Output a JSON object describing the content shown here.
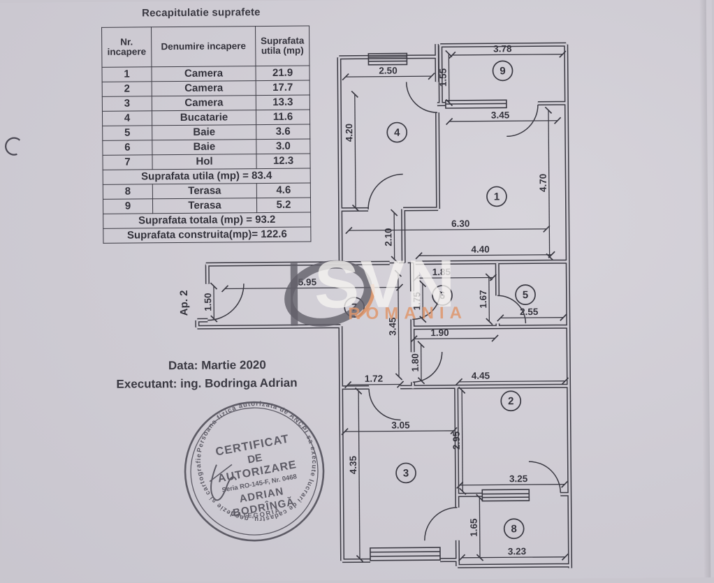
{
  "page": {
    "title": "Recapitulatie suprafete",
    "table": {
      "col_nr": "Nr. incapere",
      "col_den": "Denumire incapere",
      "col_mp": "Suprafata utila (mp)",
      "rows": [
        {
          "nr": "1",
          "den": "Camera",
          "mp": "21.9"
        },
        {
          "nr": "2",
          "den": "Camera",
          "mp": "17.7"
        },
        {
          "nr": "3",
          "den": "Camera",
          "mp": "13.3"
        },
        {
          "nr": "4",
          "den": "Bucatarie",
          "mp": "11.6"
        },
        {
          "nr": "5",
          "den": "Baie",
          "mp": "3.6"
        },
        {
          "nr": "6",
          "den": "Baie",
          "mp": "3.0"
        },
        {
          "nr": "7",
          "den": "Hol",
          "mp": "12.3"
        }
      ],
      "row_utila": "Suprafata utila (mp) = 83.4",
      "rows2": [
        {
          "nr": "8",
          "den": "Terasa",
          "mp": "4.6"
        },
        {
          "nr": "9",
          "den": "Terasa",
          "mp": "5.2"
        }
      ],
      "row_totala": "Suprafata totala (mp) = 93.2",
      "row_construita": "Suprafata construita(mp)= 122.6"
    },
    "notes": {
      "data_line": "Data: Martie 2020",
      "executant_line": "Executant: ing. Bodringa  Adrian"
    },
    "ap_label": "Ap. 2",
    "watermark": {
      "brand": "SVN",
      "country": "ROMANIA"
    },
    "stamp": {
      "l1": "CERTIFICAT",
      "l2": "DE",
      "l3": "AUTORIZARE",
      "serial": "Seria RO-145-F, Nr. 0468",
      "n1": "ADRIAN",
      "n2": "BODRÎNGĂ",
      "category": "CATEGORIA B",
      "rim": "Persoana fizica autorizata de ANCPI sa execute lucrari de cadastru, geodezie si cartografie"
    },
    "plan": {
      "rooms": {
        "r1": "1",
        "r2": "2",
        "r3": "3",
        "r4": "4",
        "r5": "5",
        "r6": "6",
        "r7": "7",
        "r8": "8",
        "r9": "9"
      },
      "dims": {
        "d250": "2.50",
        "d420": "4.20",
        "d155": "1.55",
        "d378": "3.78",
        "d345t": "3.45",
        "d470": "4.70",
        "d630": "6.30",
        "d210": "2.10",
        "d440": "4.40",
        "d595": "5.95",
        "d150": "1.50",
        "d185": "1.85",
        "d175": "1.75",
        "d167": "1.67",
        "d255": "2.55",
        "d345v": "3.45",
        "d190": "1.90",
        "d180": "1.80",
        "d172": "1.72",
        "d445": "4.45",
        "d305": "3.05",
        "d295": "2.95",
        "d435": "4.35",
        "d325": "3.25",
        "d165": "1.65",
        "d323": "3.23"
      }
    }
  }
}
